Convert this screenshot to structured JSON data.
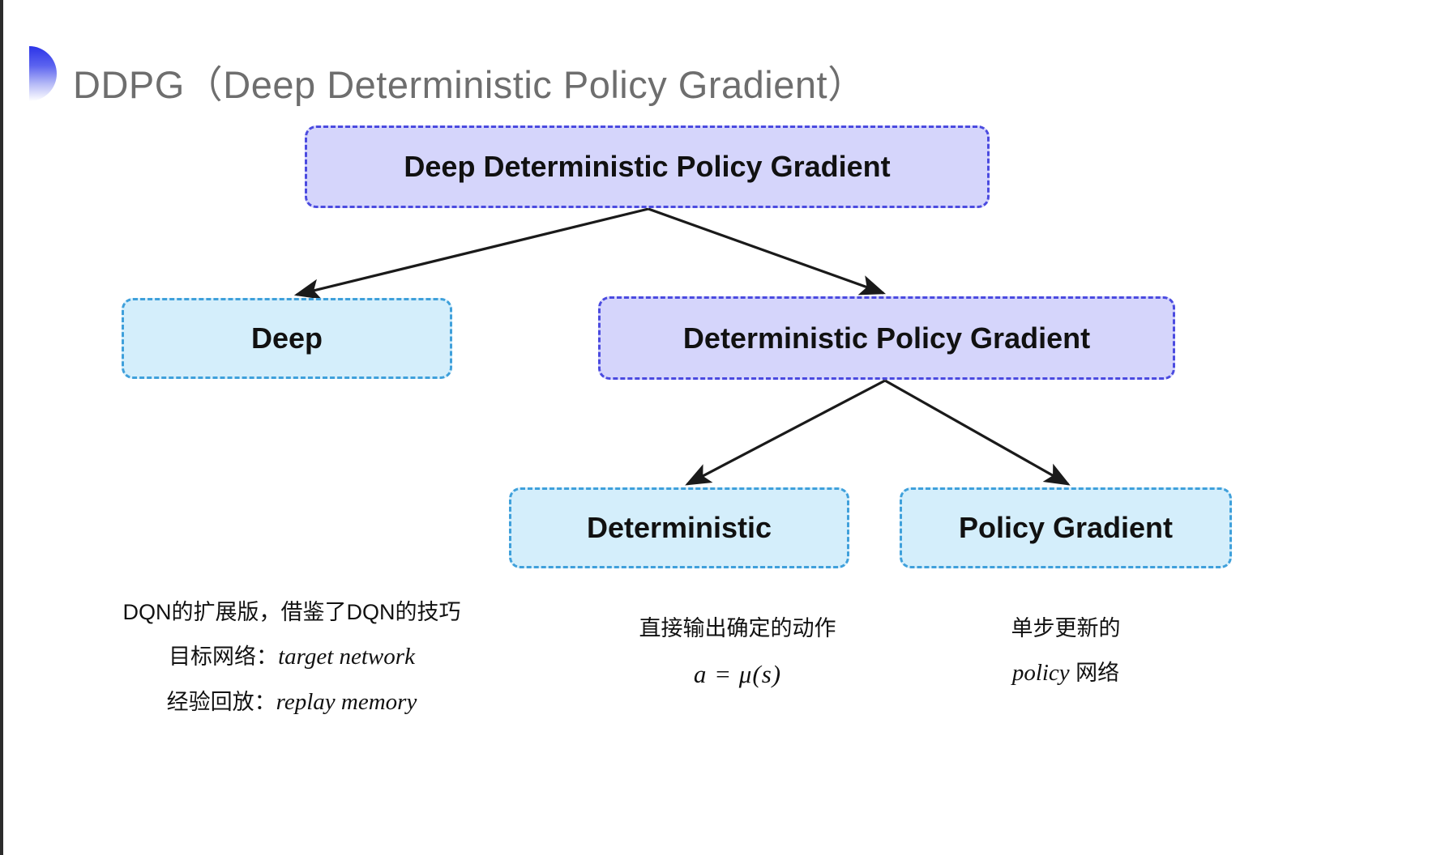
{
  "slide": {
    "title": "DDPG（Deep Deterministic Policy Gradient）",
    "background_color": "#ffffff",
    "title_color": "#6e6e6e",
    "accent_color": "#2b34e8"
  },
  "diagram": {
    "type": "tree",
    "nodes": [
      {
        "id": "root",
        "label": "Deep Deterministic Policy Gradient",
        "fill": "#d5d5fb",
        "border": "#4b4be0",
        "level": 0
      },
      {
        "id": "deep",
        "label": "Deep",
        "fill": "#d4eefb",
        "border": "#3fa0db",
        "level": 1
      },
      {
        "id": "dpg",
        "label": "Deterministic Policy Gradient",
        "fill": "#d5d5fb",
        "border": "#4b4be0",
        "level": 1
      },
      {
        "id": "deterministic",
        "label": "Deterministic",
        "fill": "#d4eefb",
        "border": "#3fa0db",
        "level": 2
      },
      {
        "id": "policy_gradient",
        "label": "Policy Gradient",
        "fill": "#d4eefb",
        "border": "#3fa0db",
        "level": 2
      }
    ],
    "edges": [
      {
        "from": "root",
        "to": "deep"
      },
      {
        "from": "root",
        "to": "dpg"
      },
      {
        "from": "dpg",
        "to": "deterministic"
      },
      {
        "from": "dpg",
        "to": "policy_gradient"
      }
    ],
    "edge_color": "#1a1a1a"
  },
  "captions": {
    "deep": {
      "line1": "DQN的扩展版，借鉴了DQN的技巧",
      "line2_label": "目标网络：",
      "line2_term": "target network",
      "line3_label": "经验回放：",
      "line3_term": "replay memory"
    },
    "deterministic": {
      "line1": "直接输出确定的动作",
      "formula": "a = μ(s)"
    },
    "policy_gradient": {
      "line1": "单步更新的",
      "line2_term": "policy",
      "line2_suffix": " 网络"
    }
  }
}
